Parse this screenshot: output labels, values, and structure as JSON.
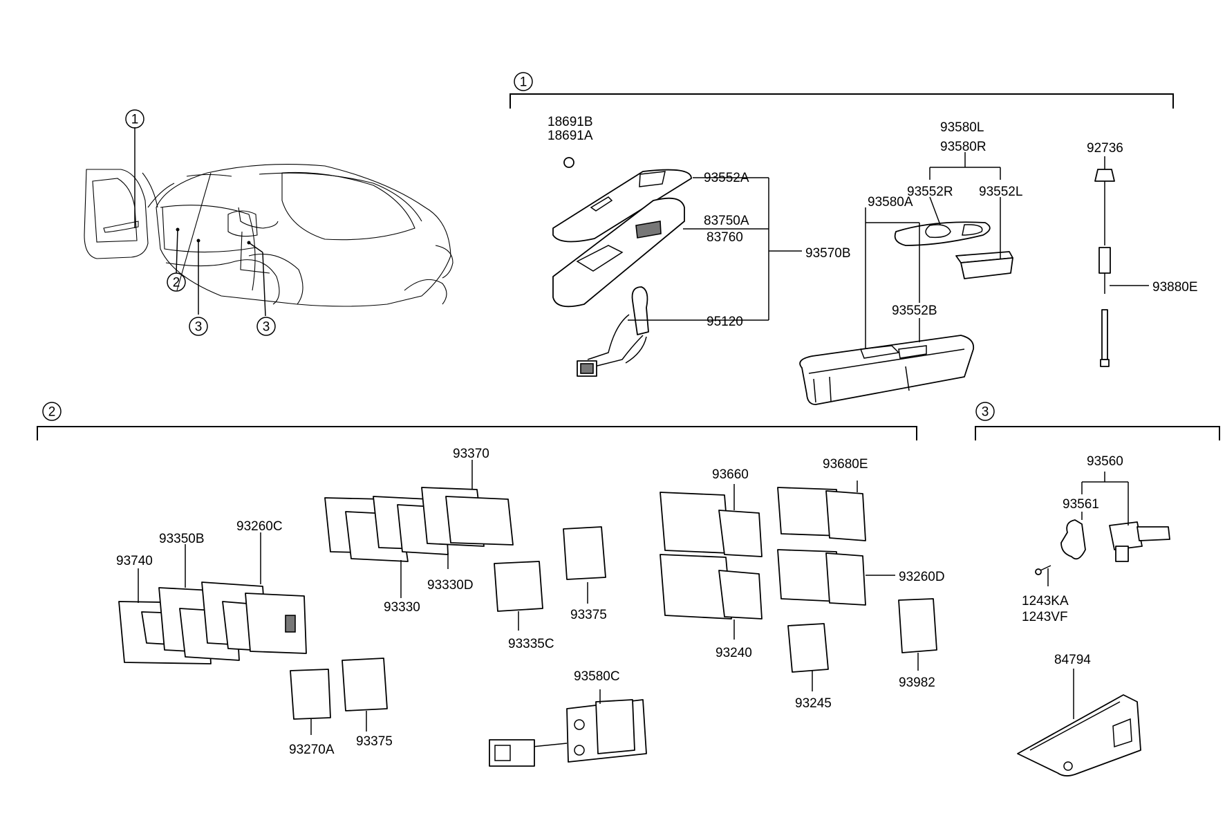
{
  "callouts": {
    "one": "1",
    "two": "2",
    "three": "3"
  },
  "parts": {
    "p18691B": "18691B",
    "p18691A": "18691A",
    "p93552A": "93552A",
    "p83750A": "83750A",
    "p83760": "83760",
    "p93570B": "93570B",
    "p95120": "95120",
    "p93580L": "93580L",
    "p93580R": "93580R",
    "p93552R": "93552R",
    "p93552L": "93552L",
    "p93580A": "93580A",
    "p93552B": "93552B",
    "p92736": "92736",
    "p93880E": "93880E",
    "p93370": "93370",
    "p93350B": "93350B",
    "p93260C": "93260C",
    "p93740": "93740",
    "p93330": "93330",
    "p93330D": "93330D",
    "p93375a": "93375",
    "p93335C": "93335C",
    "p93270A": "93270A",
    "p93375b": "93375",
    "p93580C": "93580C",
    "p93660": "93660",
    "p93680E": "93680E",
    "p93260D": "93260D",
    "p93240": "93240",
    "p93245": "93245",
    "p93982": "93982",
    "p93560": "93560",
    "p93561": "93561",
    "p1243KA": "1243KA",
    "p1243VF": "1243VF",
    "p84794": "84794"
  }
}
